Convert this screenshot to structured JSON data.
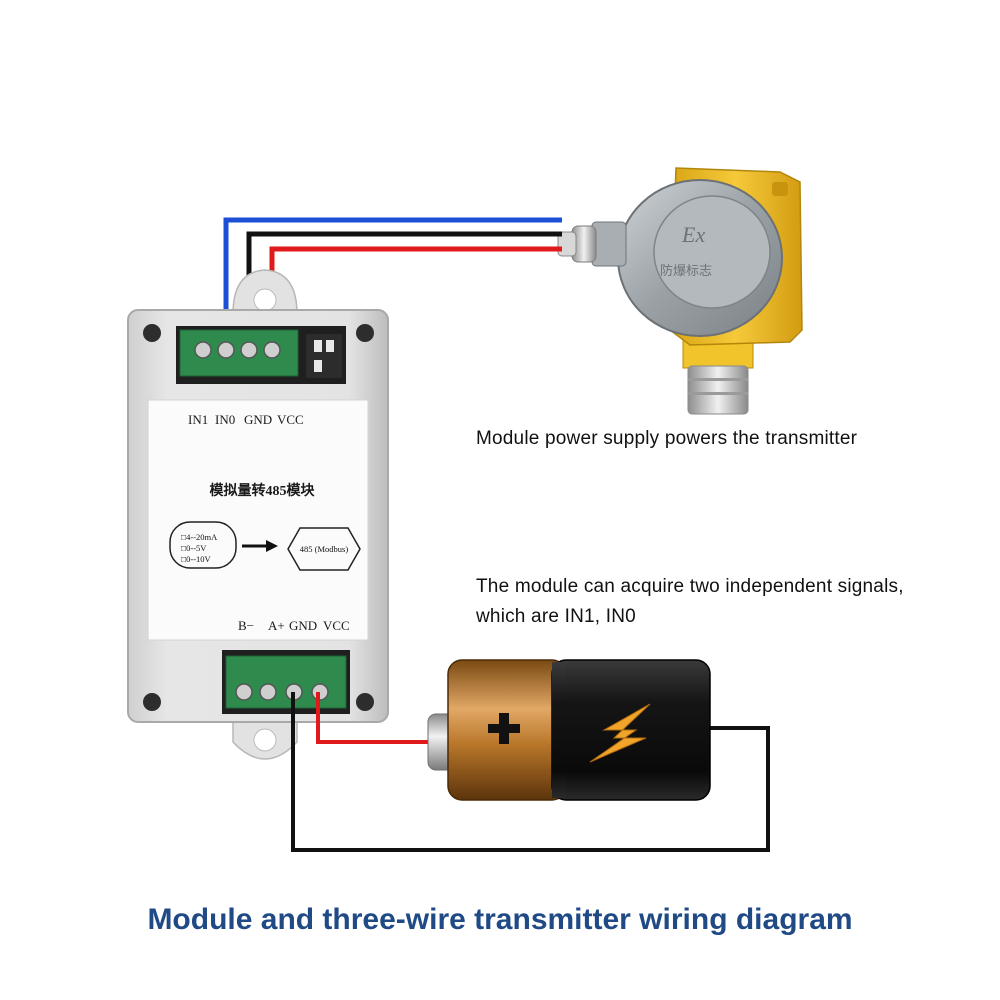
{
  "module": {
    "top_labels": [
      "IN1",
      "IN0",
      "GND",
      "VCC"
    ],
    "title": "模拟量转485模块",
    "input_options": [
      "□4--20mA",
      "□0--5V",
      "□0--10V"
    ],
    "output_label": "485 (Modbus)",
    "bottom_labels": [
      "B−",
      "A+",
      "GND",
      "VCC"
    ]
  },
  "transmitter": {
    "badge_top": "Ex",
    "badge_bottom": "防爆标志"
  },
  "captions": {
    "power": "Module power supply powers the transmitter",
    "signals": "The module can acquire two independent signals, which are IN1, IN0"
  },
  "footer_title": "Module and three-wire transmitter wiring diagram",
  "colors": {
    "wire_blue": "#1b4fd6",
    "wire_black": "#111111",
    "wire_red": "#e01a1a",
    "terminal_green": "#2f8a4e",
    "transmitter_yellow": "#f2c230",
    "title_blue": "#1f4a86"
  }
}
